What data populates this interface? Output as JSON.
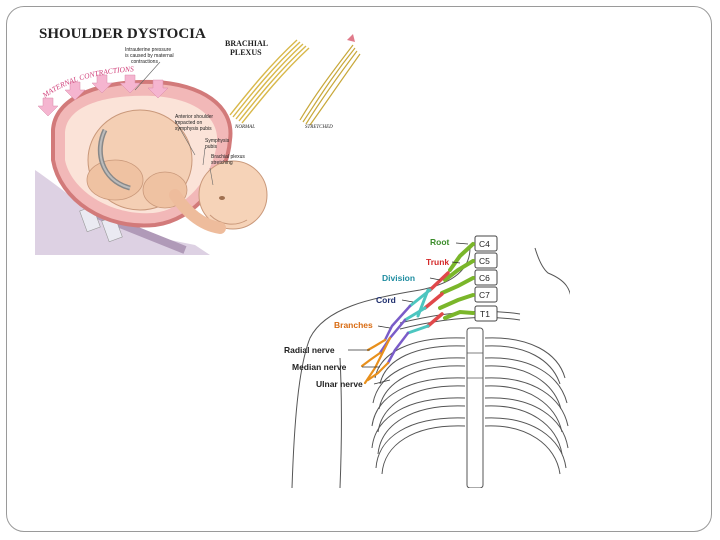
{
  "shoulder_dystocia": {
    "title": "SHOULDER DYSTOCIA",
    "maternal_contractions": "MATERNAL CONTRACTIONS",
    "note_pressure_1": "Intrauterine pressure",
    "note_pressure_2": "is caused by maternal",
    "note_pressure_3": "contractions",
    "note_shoulder_1": "Anterior shoulder",
    "note_shoulder_2": "impacted on",
    "note_shoulder_3": "symphysis pubis",
    "note_symphysis_1": "Symphysis",
    "note_symphysis_2": "pubis",
    "note_plexus_1": "Brachial plexus",
    "note_plexus_2": "stretching",
    "brachial_plexus_1": "BRACHIAL",
    "brachial_plexus_2": "PLEXUS",
    "normal": "NORMAL",
    "stretched": "STRETCHED"
  },
  "plexus_diagram": {
    "root": "Root",
    "trunk": "Trunk",
    "division": "Division",
    "cord": "Cord",
    "branches": "Branches",
    "radial_nerve": "Radial nerve",
    "median_nerve": "Median nerve",
    "ulnar_nerve": "Ulnar nerve",
    "vertebrae": [
      "C4",
      "C5",
      "C6",
      "C7",
      "T1"
    ]
  },
  "colors": {
    "root": "#3a8c2a",
    "trunk": "#d42a2a",
    "division": "#1e8ca0",
    "cord": "#1f2f6e",
    "branches": "#d86a10",
    "nerve_green": "#7ab62a",
    "nerve_red": "#e0484a",
    "nerve_teal": "#4cc6c0",
    "nerve_purple": "#7a5cc8",
    "nerve_orange": "#e8901c",
    "skin": "#f0c8a8",
    "uterus": "#e88a8a"
  }
}
